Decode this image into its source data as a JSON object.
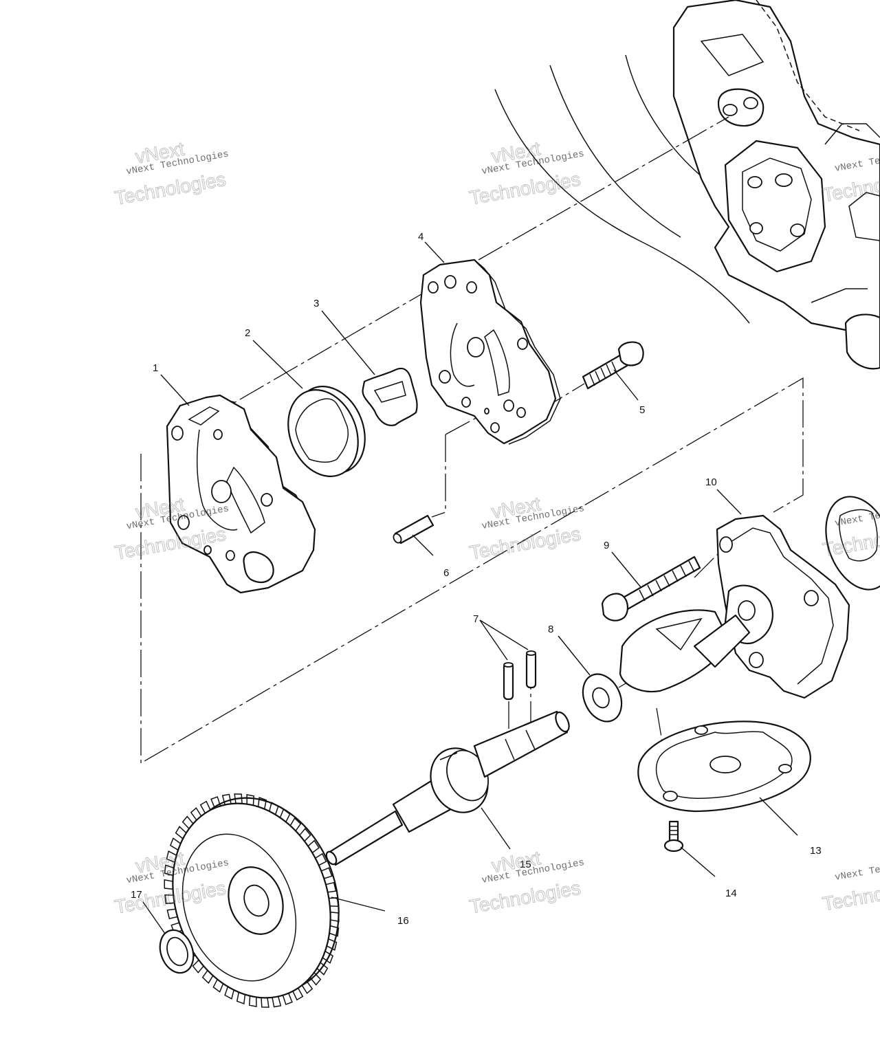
{
  "callouts": {
    "c1": "1",
    "c2": "2",
    "c3": "3",
    "c4": "4",
    "c5": "5",
    "c6": "6",
    "c7": "7",
    "c8": "8",
    "c9": "9",
    "c10": "10",
    "c13": "13",
    "c14": "14",
    "c15": "15",
    "c16": "16",
    "c17": "17"
  },
  "watermark": {
    "line1": "vNext Technologies",
    "line2": "Technologies",
    "line3": "vNext"
  }
}
